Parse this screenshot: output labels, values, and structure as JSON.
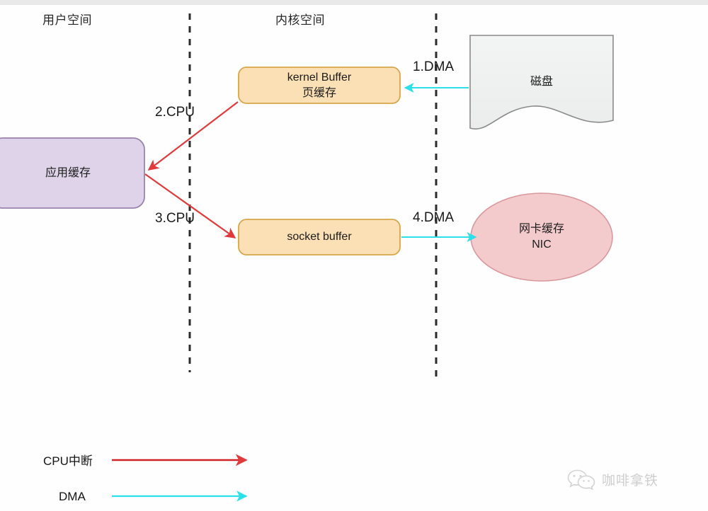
{
  "diagram": {
    "title_zones": [
      {
        "id": "user-space",
        "label": "用户空间"
      },
      {
        "id": "kernel-space",
        "label": "内核空间"
      }
    ],
    "nodes": [
      {
        "id": "app-cache",
        "label": "应用缓存",
        "shape": "rounded-rect",
        "fill": "#ded3e8",
        "stroke": "#9a83ad"
      },
      {
        "id": "kernel-buffer",
        "label_line1": "kernel Buffer",
        "label_line2": "页缓存",
        "shape": "rounded-rect",
        "fill": "#fbdfb5",
        "stroke": "#d7a64a"
      },
      {
        "id": "socket-buffer",
        "label": "socket buffer",
        "shape": "rounded-rect",
        "fill": "#fbdfb5",
        "stroke": "#d7a64a"
      },
      {
        "id": "disk",
        "label": "磁盘",
        "shape": "wavy-document",
        "fill": "#eff0f0",
        "stroke": "#8a8a8a"
      },
      {
        "id": "nic",
        "label_line1": "网卡缓存",
        "label_line2": "NIC",
        "shape": "ellipse",
        "fill": "#f4cbcd",
        "stroke": "#d9989c"
      }
    ],
    "steps": [
      {
        "id": "step-1",
        "label": "1.DMA",
        "kind": "dma"
      },
      {
        "id": "step-2",
        "label": "2.CPU",
        "kind": "cpu"
      },
      {
        "id": "step-3",
        "label": "3.CPU",
        "kind": "cpu"
      },
      {
        "id": "step-4",
        "label": "4.DMA",
        "kind": "dma"
      }
    ],
    "legend": [
      {
        "id": "legend-cpu",
        "label": "CPU中断",
        "color": "#cf2222"
      },
      {
        "id": "legend-dma",
        "label": "DMA",
        "color": "#2be0e8"
      }
    ],
    "colors": {
      "cpu_arrow": "#e03a3a",
      "dma_arrow": "#2be0e8",
      "divider": "#2b2b2b",
      "background": "#fefefe"
    },
    "watermark": {
      "label": "咖啡拿铁",
      "icon": "wechat-icon"
    }
  }
}
